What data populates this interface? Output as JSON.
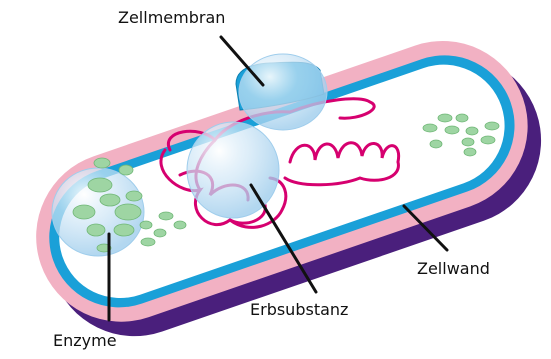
{
  "labels": {
    "cell_membrane": "Zellmembran",
    "cell_wall": "Zellwand",
    "genetic_material": "Erbsubstanz",
    "enzymes": "Enzyme"
  },
  "colors": {
    "outer_wall": "#4a1f7c",
    "wall_pink": "#f2b1c3",
    "membrane_blue": "#1aa0d8",
    "cytoplasm": "#ffffff",
    "dna": "#d6006f",
    "ribosome": "#9ed5a3",
    "vesicle": "#b5daf1",
    "leader_line": "#111111"
  }
}
